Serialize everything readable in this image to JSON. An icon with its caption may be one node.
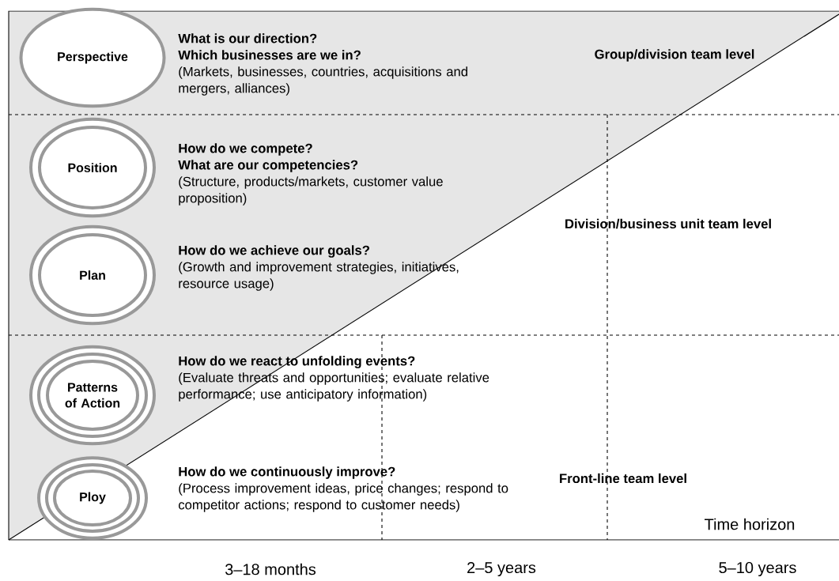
{
  "diagram": {
    "nodes": [
      {
        "text": [
          "Perspective"
        ]
      },
      {
        "text": [
          "Position"
        ]
      },
      {
        "text": [
          "Plan"
        ]
      },
      {
        "text": [
          "Patterns of Action"
        ]
      },
      {
        "text": [
          "Ploy"
        ]
      }
    ],
    "labels": [
      "What is our direction?",
      "Which businesses are we in?",
      "(Markets, businesses, countries, acquisitions and mergers, alliances)",
      "Group/division team level",
      "How do we compete?",
      "What are our competencies?",
      "(Structure, products/markets, customer value proposition)",
      "Division/business unit team level",
      "How do we achieve our goals?",
      "(Growth and improvement strategies, initiatives, resource usage)",
      "How do we react to unfolding events?",
      "(Evaluate threats and opportunities; evaluate relative performance; use anticipatory information)",
      "Front-line team level",
      "How do we continuously improve?",
      "(Process improvement ideas, price changes; respond to competitor actions; respond to customer needs)",
      "Time horizon",
      "3–18 months",
      "2–5 years",
      "5–10 years"
    ]
  }
}
